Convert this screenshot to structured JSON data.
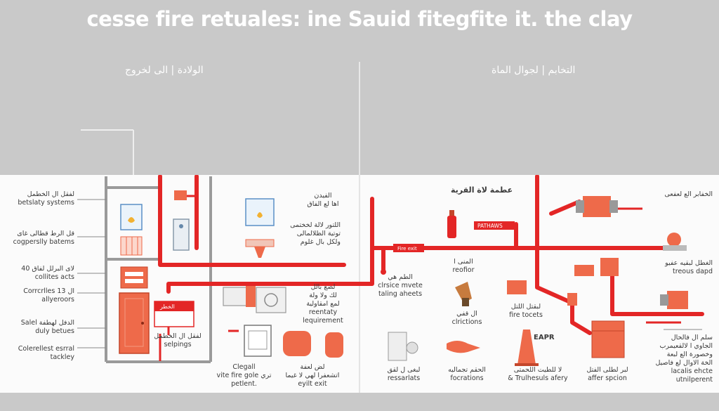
{
  "title": "cesse fire retuales: ine Sauid fitegfite it. the clay",
  "headers": {
    "left": "الولادة | الى لخروج",
    "right": "التخابم | لجوال الماة"
  },
  "labels": {
    "l1": [
      "لفقل ال الخطمل",
      "betslaty systems"
    ],
    "l2": [
      "قل الرط قطالى غاى",
      "cogperslly batems"
    ],
    "l3": [
      "40 لاى البرلل لفاق",
      "collites acts"
    ],
    "l4": [
      "Corrcrlles ال 13",
      "allyeroors"
    ],
    "l5": [
      "Salel الدفل لهطفة",
      "duly betues"
    ],
    "l6": [
      "Colerellest esrral",
      "tackley"
    ],
    "m1": [
      "الفيدن",
      "اها لع الفاق"
    ],
    "m2": [
      "اللتور لالة لخختمى",
      "توتية الظلالمالى",
      "ولكل بال غلوم"
    ],
    "m3": [
      "لضع بالل",
      "لك ولا ولة",
      "لمع امقاولية",
      "reentaty",
      "lequirement"
    ],
    "m4": [
      "Clegall",
      "vite fire gole تري",
      "petlent."
    ],
    "m5": [
      "لض لعفة",
      "اتشعفرا لهي لا غيما",
      "eyilt exit"
    ],
    "c1": [
      "الطم هي",
      "clrsice mvete",
      "taling aheets"
    ],
    "c2": [
      "المنى ا",
      "reofior"
    ],
    "c3": [
      "ال قفي",
      "clrictions"
    ],
    "c4": [
      "لبغى ل لقق",
      "ressarlats"
    ],
    "c5": [
      "الحقم تجماليه",
      "focrations"
    ],
    "c6": [
      "لبقتل اللتل",
      "fire tocets"
    ],
    "c7": [
      "لا للطيت اللحمتى",
      "& Trulhesuls afery"
    ],
    "c8": [
      "لبر لطلى الفتل",
      "affer spcion"
    ],
    "r1": [
      "الخفابر الع لعفعى"
    ],
    "r2": [
      "الغطل لبقيه عفيو",
      "treous dapd"
    ],
    "r3": [
      "سلم ال فالحال",
      "الجاوي ا لالقعيمرب",
      "وخصورة الع لبعة",
      "الخة الاوال لع فاصيل",
      "lacalis ehcte",
      "utnilperent"
    ],
    "sign1": "عطمة لاة القرية",
    "sign2": "EAPR"
  },
  "tags": {
    "fire_exit": "Fire exit",
    "pathways": "PATHAWS",
    "badge": "الخطر"
  },
  "colors": {
    "pipe": "#e32626",
    "accent": "#ee6a4a",
    "wall": "#999999",
    "title_bg": "#c9c9c9",
    "diagram_bg": "#fbfbfb"
  }
}
